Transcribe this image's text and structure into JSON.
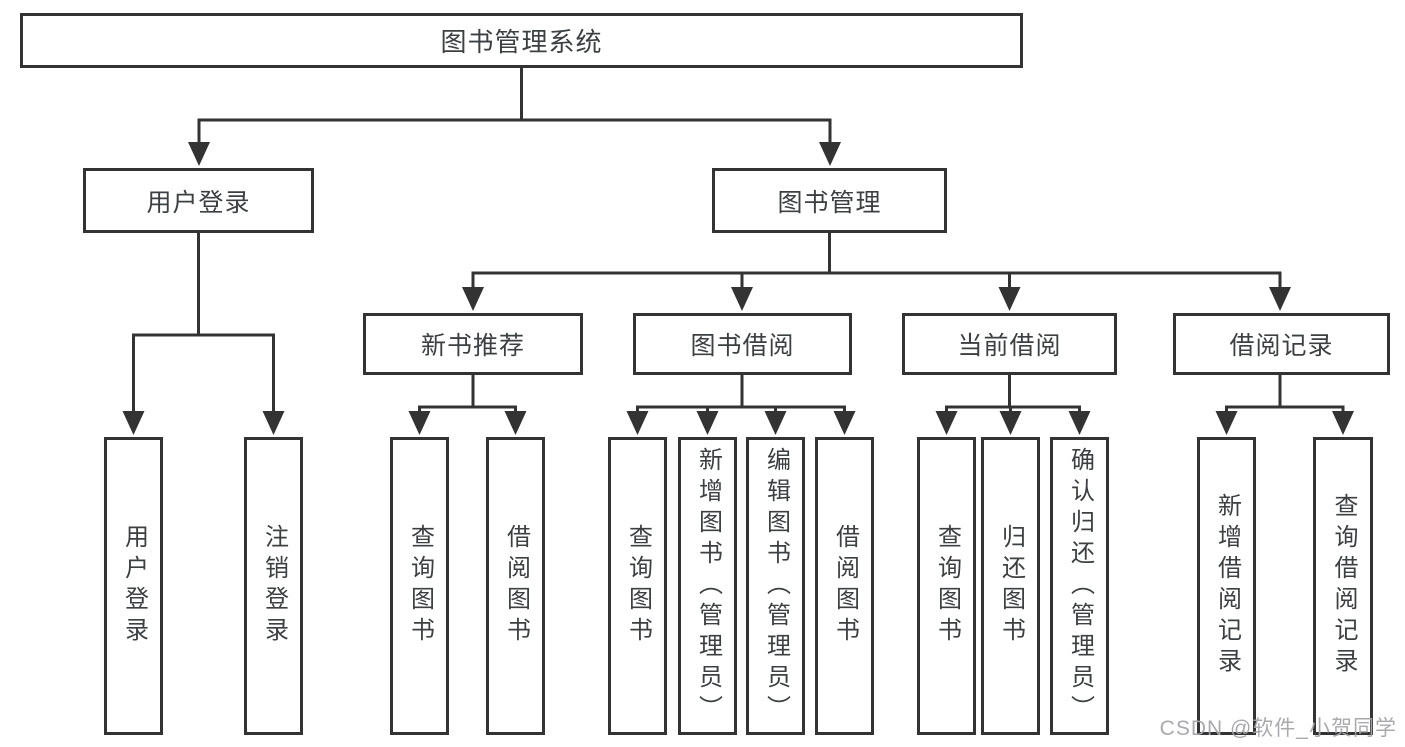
{
  "diagram": {
    "title_note": "library management system feature tree",
    "root": {
      "label": "图书管理系统"
    },
    "level2": [
      {
        "label": "用户登录"
      },
      {
        "label": "图书管理"
      }
    ],
    "level3": [
      {
        "label": "新书推荐"
      },
      {
        "label": "图书借阅"
      },
      {
        "label": "当前借阅"
      },
      {
        "label": "借阅记录"
      }
    ],
    "leaves": {
      "user_login": [
        "用户登录",
        "注销登录"
      ],
      "new_books": [
        "查询图书",
        "借阅图书"
      ],
      "book_borrowing": [
        "查询图书",
        "新增图书（管理员）",
        "编辑图书（管理员）",
        "借阅图书"
      ],
      "current_borrowing": [
        "查询图书",
        "归还图书",
        "确认归还（管理员）"
      ],
      "borrowing_records": [
        "新增借阅记录",
        "查询借阅记录"
      ]
    },
    "colors": {
      "line": "#333333",
      "text": "#3d4043",
      "box_background": "#ffffff",
      "watermark": "#a5a5aa"
    }
  },
  "watermark": {
    "text": "CSDN @软件_小贺同学"
  }
}
